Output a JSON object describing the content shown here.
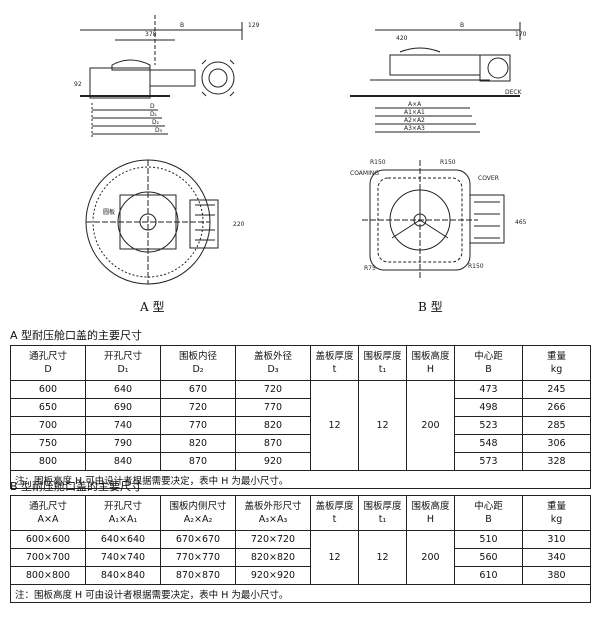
{
  "drawings": {
    "type_a": {
      "caption": "A 型",
      "dims": [
        "B",
        "129",
        "378",
        "92",
        "D",
        "D₁",
        "D₂",
        "D₃"
      ],
      "plan_label": "圆板",
      "plan_dim": "220"
    },
    "type_b": {
      "caption": "B 型",
      "dims": [
        "B",
        "170",
        "420",
        "A×A",
        "A1×A1",
        "A2×A2",
        "A3×A3",
        "DECK"
      ],
      "plan_labels": [
        "R150",
        "COAMING",
        "R150",
        "COVER",
        "R150",
        "R75",
        "465"
      ]
    }
  },
  "table_a": {
    "title": "A 型耐压舱口盖的主要尺寸",
    "headers": [
      {
        "l1": "通孔尺寸",
        "l2": "D"
      },
      {
        "l1": "开孔尺寸",
        "l2": "D₁"
      },
      {
        "l1": "围板内径",
        "l2": "D₂"
      },
      {
        "l1": "盖板外径",
        "l2": "D₃"
      },
      {
        "l1": "盖板厚度",
        "l2": "t"
      },
      {
        "l1": "围板厚度",
        "l2": "t₁"
      },
      {
        "l1": "围板高度",
        "l2": "H"
      },
      {
        "l1": "中心距",
        "l2": "B"
      },
      {
        "l1": "重量",
        "l2": "kg"
      }
    ],
    "rows": [
      [
        "600",
        "640",
        "670",
        "720",
        "473",
        "245"
      ],
      [
        "650",
        "690",
        "720",
        "770",
        "498",
        "266"
      ],
      [
        "700",
        "740",
        "770",
        "820",
        "523",
        "285"
      ],
      [
        "750",
        "790",
        "820",
        "870",
        "548",
        "306"
      ],
      [
        "800",
        "840",
        "870",
        "920",
        "573",
        "328"
      ]
    ],
    "shared": {
      "t": "12",
      "t1": "12",
      "H": "200"
    },
    "note": "注：围板高度 H 可由设计者根据需要决定，表中 H 为最小尺寸。"
  },
  "table_b": {
    "title": "B 型耐压舱口盖的主要尺寸",
    "headers": [
      {
        "l1": "通孔尺寸",
        "l2": "A×A"
      },
      {
        "l1": "开孔尺寸",
        "l2": "A₁×A₁"
      },
      {
        "l1": "围板内侧尺寸",
        "l2": "A₂×A₂"
      },
      {
        "l1": "盖板外形尺寸",
        "l2": "A₃×A₃"
      },
      {
        "l1": "盖板厚度",
        "l2": "t"
      },
      {
        "l1": "围板厚度",
        "l2": "t₁"
      },
      {
        "l1": "围板高度",
        "l2": "H"
      },
      {
        "l1": "中心距",
        "l2": "B"
      },
      {
        "l1": "重量",
        "l2": "kg"
      }
    ],
    "rows": [
      [
        "600×600",
        "640×640",
        "670×670",
        "720×720",
        "510",
        "310"
      ],
      [
        "700×700",
        "740×740",
        "770×770",
        "820×820",
        "560",
        "340"
      ],
      [
        "800×800",
        "840×840",
        "870×870",
        "920×920",
        "610",
        "380"
      ]
    ],
    "shared": {
      "t": "12",
      "t1": "12",
      "H": "200"
    },
    "note": "注：围板高度 H 可由设计者根据需要决定，表中 H 为最小尺寸。"
  }
}
